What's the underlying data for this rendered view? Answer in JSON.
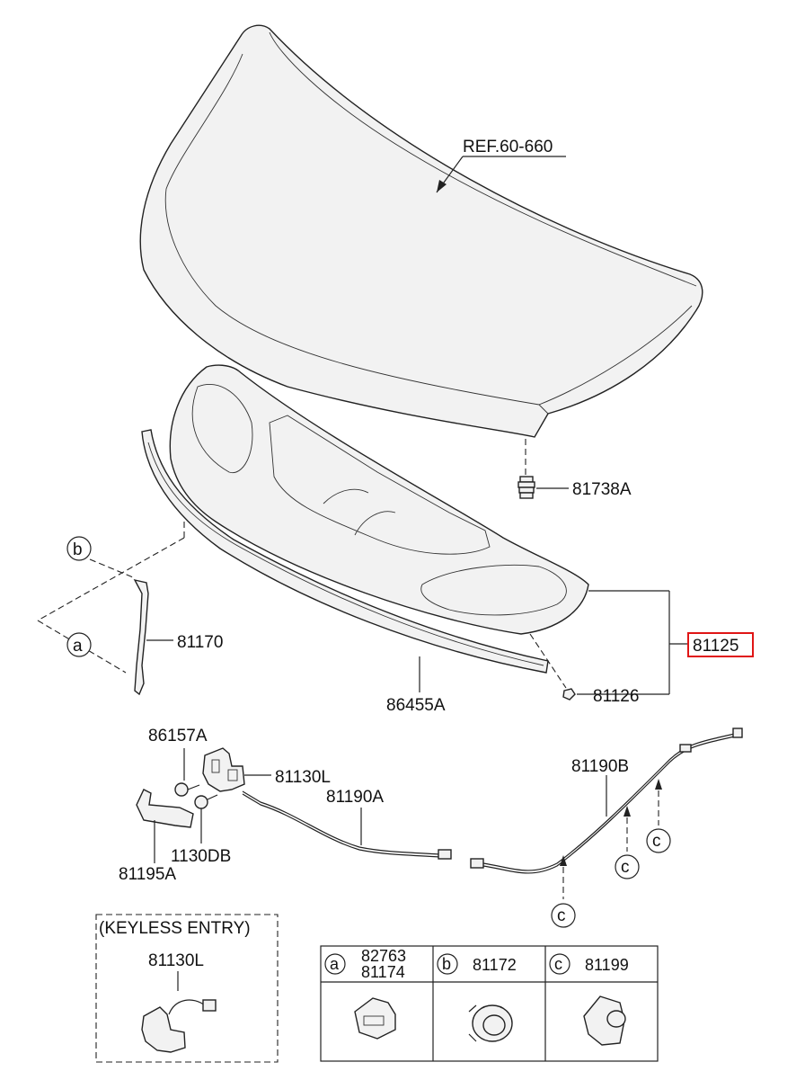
{
  "labels": {
    "ref": "REF.60-660",
    "p81738A": "81738A",
    "p81125": "81125",
    "p81126": "81126",
    "p86455A": "86455A",
    "p81170": "81170",
    "p86157A": "86157A",
    "p81130L": "81130L",
    "p81190A": "81190A",
    "p81190B": "81190B",
    "p1130DB": "1130DB",
    "p81195A": "81195A"
  },
  "callouts": {
    "a": "a",
    "b": "b",
    "c": "c"
  },
  "keyless": {
    "title": "(KEYLESS ENTRY)",
    "part": "81130L"
  },
  "legend": {
    "a": {
      "letter": "a",
      "line1": "82763",
      "line2": "81174"
    },
    "b": {
      "letter": "b",
      "part": "81172"
    },
    "c": {
      "letter": "c",
      "part": "81199"
    }
  },
  "colors": {
    "highlight": "#e01515",
    "line": "#222222",
    "fill": "#f2f2f2"
  }
}
